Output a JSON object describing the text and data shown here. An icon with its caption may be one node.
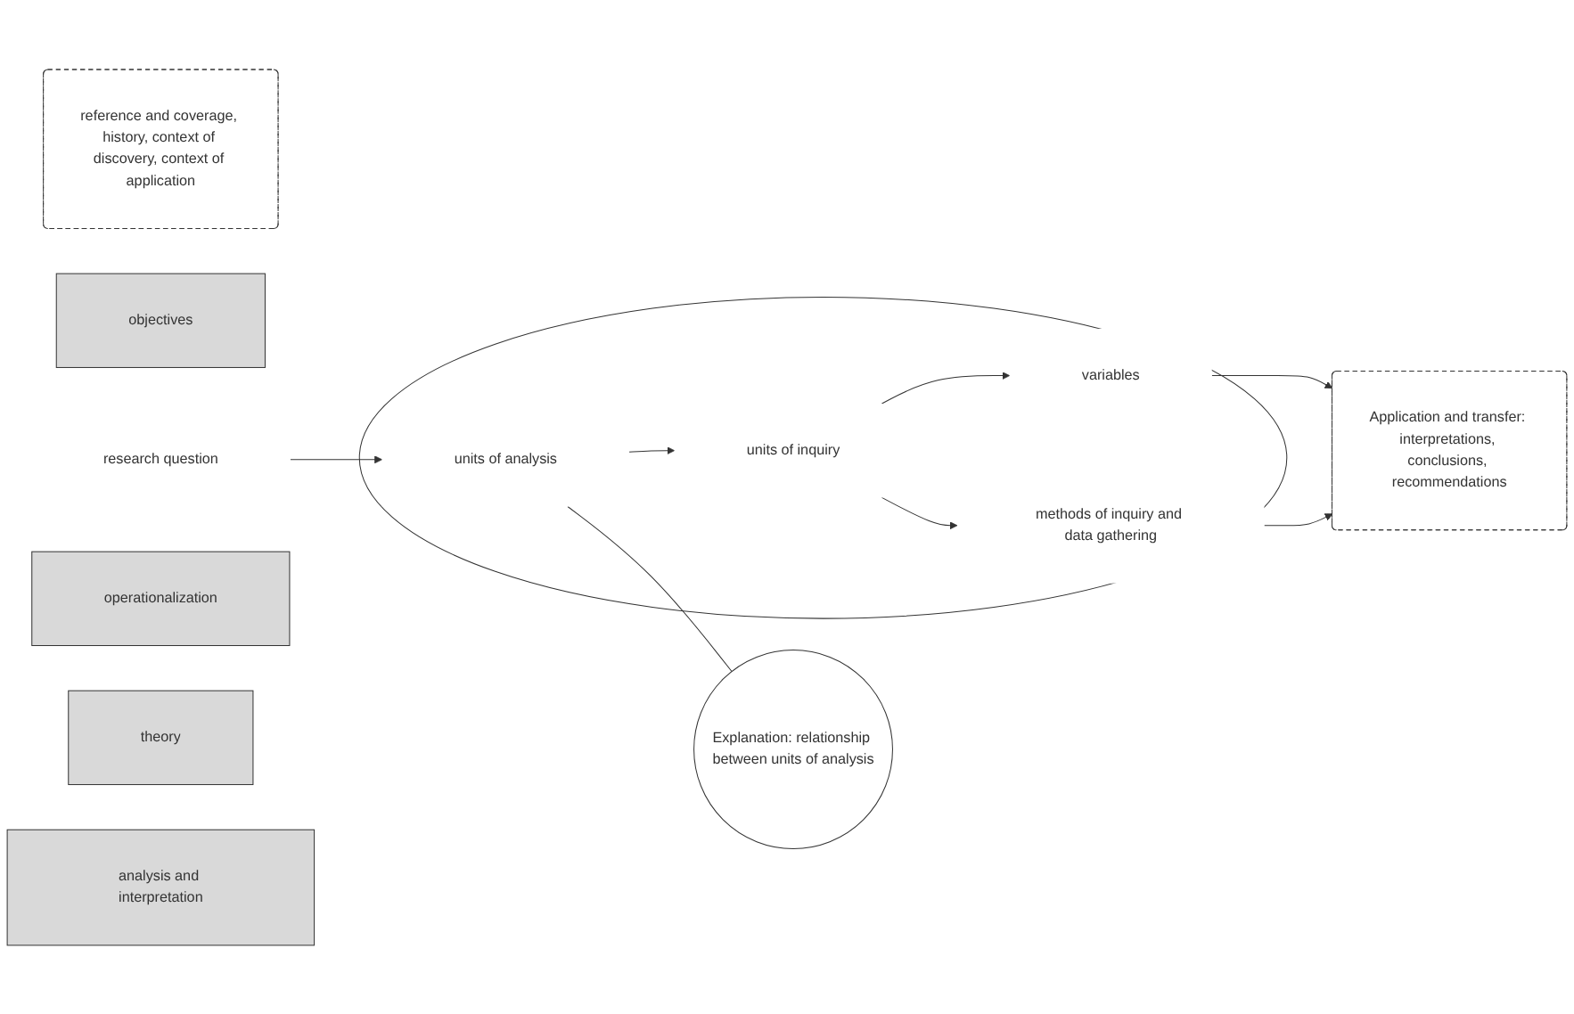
{
  "diagram": {
    "nodes": [
      {
        "text": [
          "reference and coverage, history, context of discovery, context of application"
        ]
      },
      {
        "text": [
          "objectives"
        ]
      },
      {
        "text": [],
        "shape": "circle"
      },
      {
        "text": [
          "research question"
        ]
      },
      {
        "text": [
          "units of analysis"
        ],
        "in": 2
      },
      {
        "text": [
          "units of inquiry"
        ],
        "in": 2
      },
      {
        "text": [
          "variables"
        ],
        "in": 2
      },
      {
        "text": [
          "methods of inquiry and data gathering"
        ],
        "in": 2
      },
      {
        "text": [
          "operationalization"
        ]
      },
      {
        "text": [
          "Explanation: relationship between units of analysis"
        ]
      },
      {
        "text": [
          "theory"
        ]
      },
      {
        "text": [
          "Application and transfer: interpretations, conclusions, recommendations"
        ]
      },
      {
        "text": [
          "analysis and interpretation"
        ]
      }
    ],
    "edges": [
      {
        "from": 3,
        "to": 4,
        "arrow": "to"
      },
      {
        "from": 4,
        "to": 5,
        "arrow": "to"
      },
      {
        "from": 5,
        "to": 6,
        "arrow": "to"
      },
      {
        "from": 5,
        "to": 7,
        "arrow": "to"
      },
      {
        "from": 6,
        "to": 11,
        "arrow": "to"
      },
      {
        "from": 7,
        "to": 11,
        "arrow": "to"
      },
      {
        "from": 4,
        "to": 9,
        "arrow": "none"
      }
    ]
  }
}
